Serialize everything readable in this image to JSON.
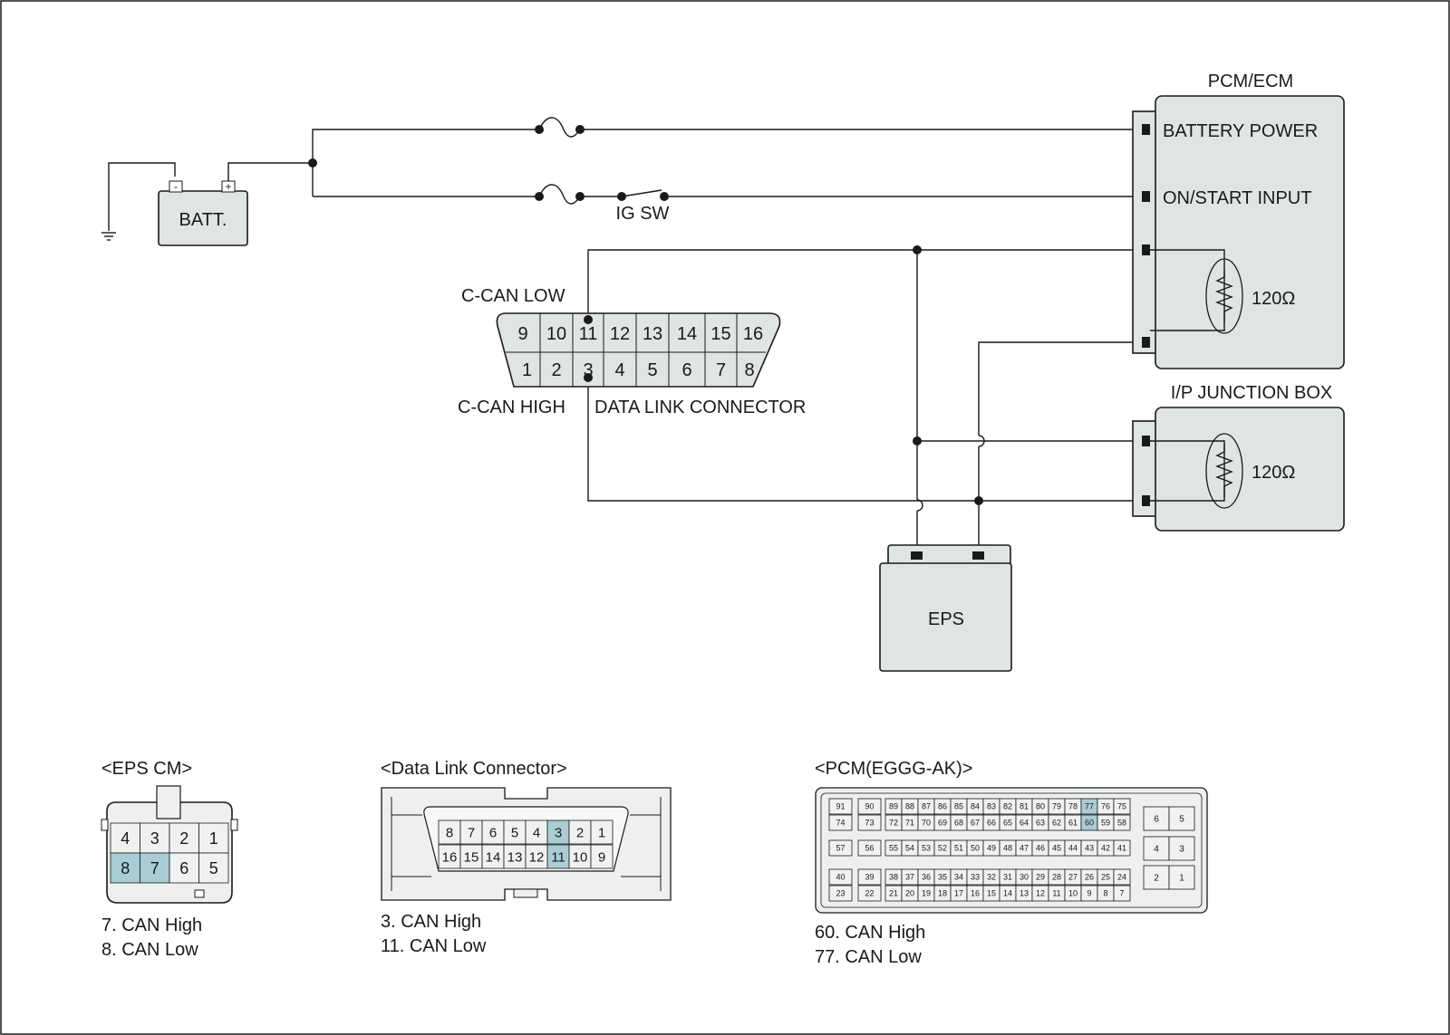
{
  "colors": {
    "wire": "#1a1a1a",
    "box_fill": "#dfe4e4",
    "pin_highlight": "#a9ccd5"
  },
  "battery": {
    "label": "BATT.",
    "neg": "-",
    "pos": "+"
  },
  "switch": {
    "label": "IG SW"
  },
  "pcm": {
    "title": "PCM/ECM",
    "battery_power": "BATTERY POWER",
    "on_start_input": "ON/START INPUT",
    "resistor": "120Ω"
  },
  "junction_box": {
    "title": "I/P JUNCTION BOX",
    "resistor": "120Ω"
  },
  "dlc": {
    "can_low": "C-CAN LOW",
    "can_high": "C-CAN HIGH",
    "title": "DATA LINK CONNECTOR",
    "top_pins": [
      "9",
      "10",
      "11",
      "12",
      "13",
      "14",
      "15",
      "16"
    ],
    "bottom_pins": [
      "1",
      "2",
      "3",
      "4",
      "5",
      "6",
      "7",
      "8"
    ]
  },
  "eps": {
    "label": "EPS"
  },
  "eps_cm": {
    "title": "<EPS CM>",
    "top_pins": [
      "4",
      "3",
      "2",
      "1"
    ],
    "bottom_pins": [
      "8",
      "7",
      "6",
      "5"
    ],
    "highlight": [
      "8",
      "7"
    ],
    "notes": [
      "7. CAN High",
      "8. CAN Low"
    ]
  },
  "dlc_view": {
    "title": "<Data Link Connector>",
    "top_pins": [
      "8",
      "7",
      "6",
      "5",
      "4",
      "3",
      "2",
      "1"
    ],
    "bottom_pins": [
      "16",
      "15",
      "14",
      "13",
      "12",
      "11",
      "10",
      "9"
    ],
    "highlight": [
      "3",
      "11"
    ],
    "notes": [
      "3. CAN High",
      "11. CAN Low"
    ]
  },
  "pcm_view": {
    "title": "<PCM(EGGG-AK)>",
    "left_pairs": [
      [
        "91",
        "74"
      ],
      [
        "57"
      ],
      [
        "40",
        "23"
      ]
    ],
    "second_pairs": [
      [
        "90",
        "73"
      ],
      [
        "56"
      ],
      [
        "39",
        "22"
      ]
    ],
    "rows": [
      [
        "89",
        "88",
        "87",
        "86",
        "85",
        "84",
        "83",
        "82",
        "81",
        "80",
        "79",
        "78",
        "77",
        "76",
        "75"
      ],
      [
        "72",
        "71",
        "70",
        "69",
        "68",
        "67",
        "66",
        "65",
        "64",
        "63",
        "62",
        "61",
        "60",
        "59",
        "58"
      ],
      [
        "55",
        "54",
        "53",
        "52",
        "51",
        "50",
        "49",
        "48",
        "47",
        "46",
        "45",
        "44",
        "43",
        "42",
        "41"
      ],
      [
        "38",
        "37",
        "36",
        "35",
        "34",
        "33",
        "32",
        "31",
        "30",
        "29",
        "28",
        "27",
        "26",
        "25",
        "24"
      ],
      [
        "21",
        "20",
        "19",
        "18",
        "17",
        "16",
        "15",
        "14",
        "13",
        "12",
        "11",
        "10",
        "9",
        "8",
        "7"
      ]
    ],
    "right_pairs": [
      [
        "6",
        "5"
      ],
      [
        "4",
        "3"
      ],
      [
        "2",
        "1"
      ]
    ],
    "highlight": [
      "77",
      "60"
    ],
    "notes": [
      "60. CAN High",
      "77. CAN Low"
    ]
  }
}
